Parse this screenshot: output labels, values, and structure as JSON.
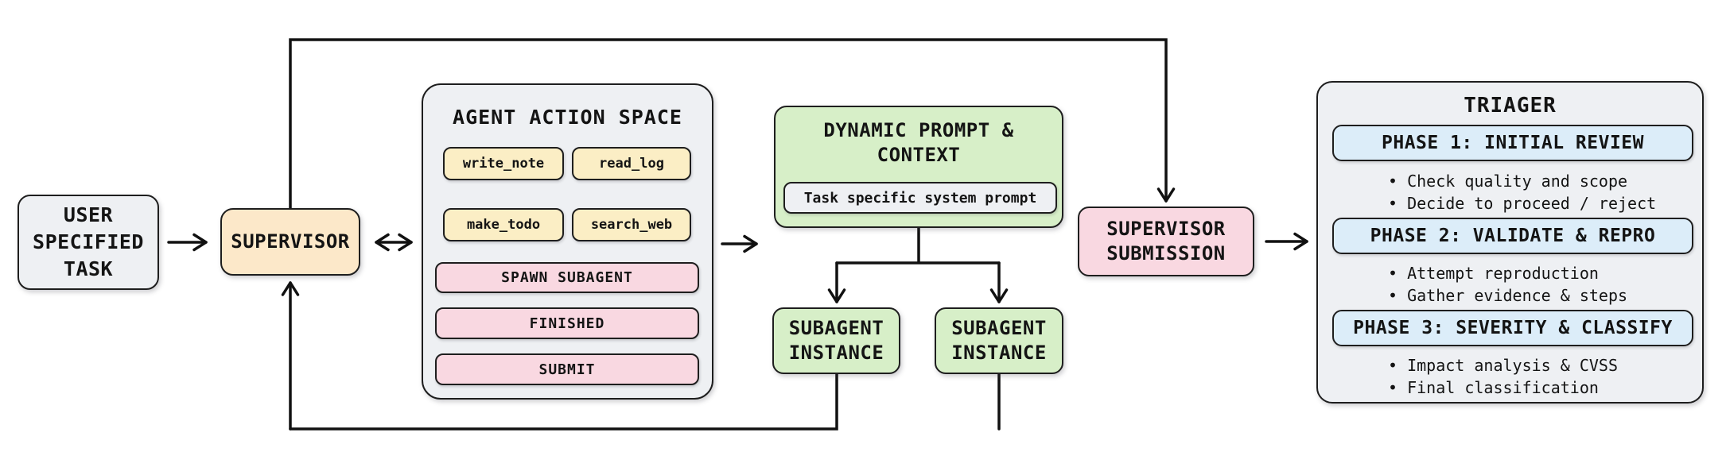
{
  "colors": {
    "container": "#eef0f3",
    "supervisor": "#fce8c9",
    "tool-yellow": "#fbeec5",
    "action-pink": "#f9d8e1",
    "green": "#d7efc8",
    "phase-blue": "#dcedf9",
    "stroke": "#1e1e1e",
    "wire": "#111111"
  },
  "user_task": {
    "lines": [
      "USER",
      "SPECIFIED",
      "TASK"
    ]
  },
  "supervisor": {
    "label": "SUPERVISOR"
  },
  "action_space": {
    "title": "AGENT ACTION SPACE",
    "tools": [
      "write_note",
      "read_log",
      "make_todo",
      "search_web"
    ],
    "spawn": "SPAWN SUBAGENT",
    "finished": "FINISHED",
    "submit": "SUBMIT"
  },
  "dynamic_prompt": {
    "lines": [
      "DYNAMIC PROMPT &",
      "CONTEXT"
    ],
    "inner_label": "Task specific system prompt"
  },
  "subagents": {
    "left": {
      "lines": [
        "SUBAGENT",
        "INSTANCE"
      ]
    },
    "right": {
      "lines": [
        "SUBAGENT",
        "INSTANCE"
      ]
    }
  },
  "supervisor_submission": {
    "lines": [
      "SUPERVISOR",
      "SUBMISSION"
    ]
  },
  "triager": {
    "title": "TRIAGER",
    "phases": [
      {
        "header": "PHASE 1: INITIAL REVIEW",
        "bullets": [
          "Check quality and scope",
          "Decide to proceed / reject"
        ]
      },
      {
        "header": "PHASE 2: VALIDATE & REPRO",
        "bullets": [
          "Attempt reproduction",
          "Gather evidence & steps"
        ]
      },
      {
        "header": "PHASE 3: SEVERITY & CLASSIFY",
        "bullets": [
          "Impact analysis & CVSS",
          "Final classification"
        ]
      }
    ]
  }
}
